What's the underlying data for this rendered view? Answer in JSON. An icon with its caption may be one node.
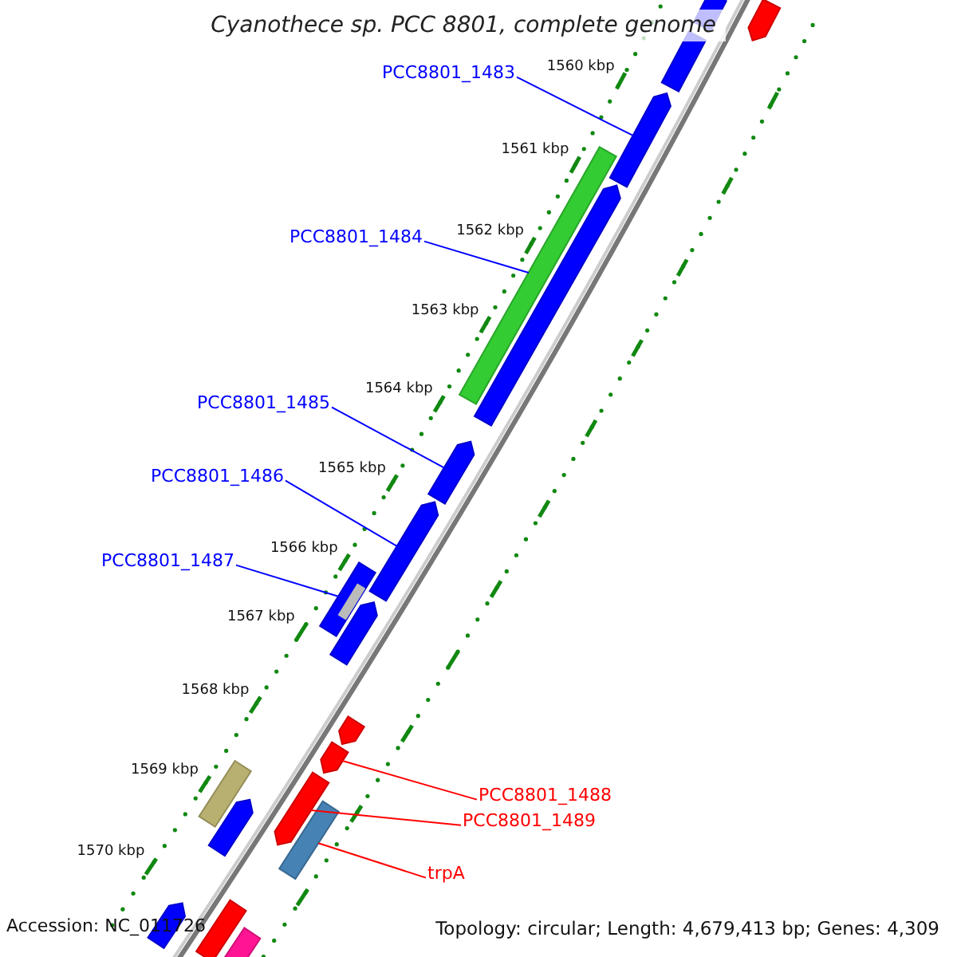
{
  "diagram": {
    "title": "Cyanothece sp. PCC 8801, complete genome",
    "nodes": [
      {
        "text": [
          "PCC8801_1483"
        ]
      },
      {
        "text": [
          "PCC8801_1484"
        ]
      },
      {
        "text": [
          "PCC8801_1485"
        ]
      },
      {
        "text": [
          "PCC8801_1486"
        ]
      },
      {
        "text": [
          "PCC8801_1487"
        ]
      },
      {
        "text": [
          "PCC8801_1488"
        ]
      },
      {
        "text": [
          "PCC8801_1489"
        ]
      },
      {
        "text": [
          "trpA"
        ]
      },
      {
        "text": [],
        "shape": "pentagon"
      },
      {
        "text": [],
        "shape": "bar"
      },
      {
        "text": [],
        "shape": "pentagon"
      },
      {
        "text": [],
        "shape": "pentagon"
      },
      {
        "text": [],
        "shape": "pentagon"
      },
      {
        "text": [],
        "shape": "pentagon"
      },
      {
        "text": [],
        "shape": "pentagon"
      },
      {
        "text": [],
        "shape": "pentagon"
      },
      {
        "text": [],
        "shape": "pentagon"
      },
      {
        "text": [],
        "shape": "bar"
      },
      {
        "text": [],
        "shape": "bar"
      },
      {
        "text": [],
        "shape": "bar"
      },
      {
        "text": [],
        "shape": "pentagon"
      },
      {
        "text": [],
        "shape": "pentagon"
      },
      {
        "text": [],
        "shape": "pentagon"
      },
      {
        "text": [],
        "shape": "pentagon"
      },
      {
        "text": [],
        "shape": "bar"
      },
      {
        "text": [],
        "shape": "bar"
      },
      {
        "text": [],
        "shape": "bar"
      }
    ],
    "edges": [
      {
        "from": 0,
        "to": 10,
        "arrow": "none"
      },
      {
        "from": 1,
        "to": 17,
        "arrow": "none"
      },
      {
        "from": 2,
        "to": 12,
        "arrow": "none"
      },
      {
        "from": 3,
        "to": 13,
        "arrow": "none"
      },
      {
        "from": 4,
        "to": 18,
        "arrow": "none"
      },
      {
        "from": 5,
        "to": 22,
        "arrow": "none",
        "color": "#ff0000"
      },
      {
        "from": 6,
        "to": 23,
        "arrow": "none",
        "color": "#ff0000"
      },
      {
        "from": 7,
        "to": 25,
        "arrow": "none",
        "color": "#ff0000"
      }
    ],
    "labels": [
      "1560 kbp",
      "1561 kbp",
      "1562 kbp",
      "1563 kbp",
      "1564 kbp",
      "1565 kbp",
      "1566 kbp",
      "1567 kbp",
      "1568 kbp",
      "1569 kbp",
      "1570 kbp",
      "Accession: NC_011726",
      "Topology: circular; Length: 4,679,413 bp; Genes: 4,309"
    ]
  }
}
